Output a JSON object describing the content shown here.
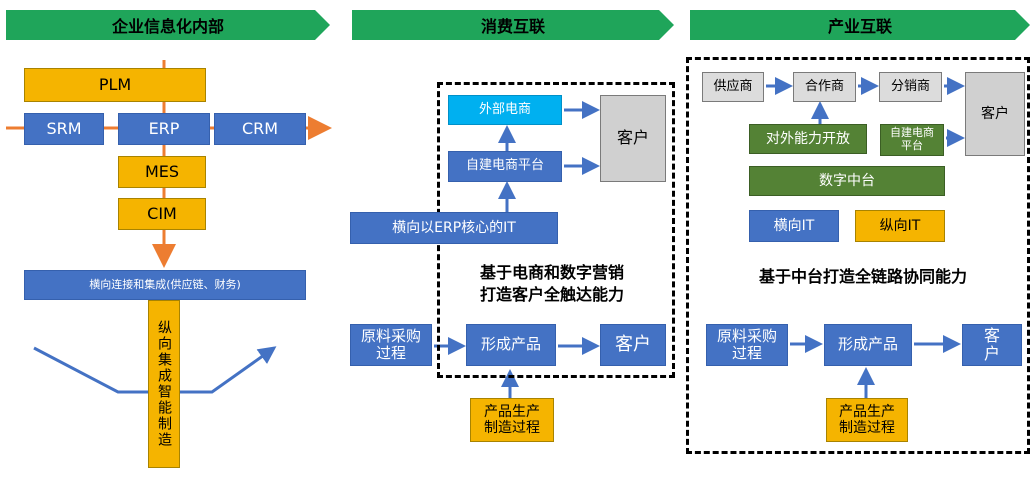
{
  "headers": {
    "enterprise": "企业信息化内部",
    "consumer": "消费互联",
    "industrial": "产业互联"
  },
  "enterprise": {
    "plm": "PLM",
    "srm": "SRM",
    "erp": "ERP",
    "crm": "CRM",
    "mes": "MES",
    "cim": "CIM",
    "horizontal": "横向连接和集成(供应链、财务)",
    "vertical": "纵向集成智能制造"
  },
  "consumer": {
    "external_ecommerce": "外部电商",
    "self_ecommerce": "自建电商平台",
    "customer_top": "客户",
    "erp_it": "横向以ERP核心的IT",
    "caption_line1": "基于电商和数字营销",
    "caption_line2": "打造客户全触达能力",
    "raw_purchase": "原料采购过程",
    "form_product": "形成产品",
    "customer_bottom": "客户",
    "production": "产品生产制造过程"
  },
  "industrial": {
    "supplier": "供应商",
    "partner": "合作商",
    "distributor": "分销商",
    "customer_top": "客户",
    "open_capability": "对外能力开放",
    "self_ecommerce": "自建电商平台",
    "digital_platform": "数字中台",
    "horizontal_it": "横向IT",
    "vertical_it": "纵向IT",
    "caption": "基于中台打造全链路协同能力",
    "raw_purchase": "原料采购过程",
    "form_product": "形成产品",
    "customer_bottom": "客户",
    "production": "产品生产制造过程"
  },
  "colors": {
    "header_green": "#1fa55a",
    "blue": "#4472c4",
    "gold": "#f5b400",
    "gray": "#d0d0d0",
    "cyan": "#00b0f0",
    "dark_green": "#548235",
    "orange": "#ed7d31"
  }
}
